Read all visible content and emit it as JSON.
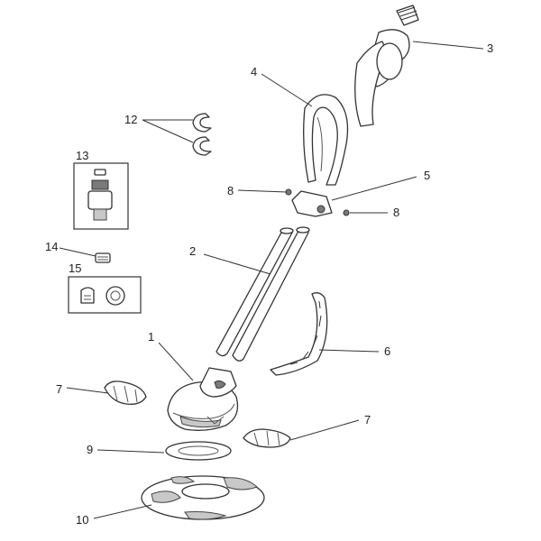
{
  "diagram": {
    "callouts": {
      "c1": "1",
      "c2": "2",
      "c3": "3",
      "c4": "4",
      "c5": "5",
      "c6": "6",
      "c7a": "7",
      "c7b": "7",
      "c8a": "8",
      "c8b": "8",
      "c9": "9",
      "c10": "10",
      "c12": "12",
      "c13": "13",
      "c14": "14",
      "c15": "15"
    }
  }
}
